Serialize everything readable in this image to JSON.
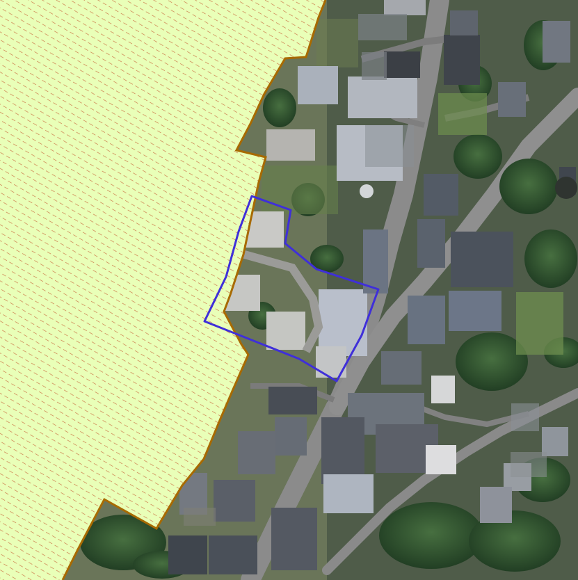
{
  "map": {
    "type": "aerial-orthophoto",
    "labels": [],
    "layers": {
      "zoning_overlay": {
        "fill_color": "#e9ffb8",
        "hatch_color": "#c86a3d",
        "border_color": "#a86a00",
        "pattern": "diagonal-dashed-hatch"
      },
      "parcel_outline": {
        "stroke_color": "#3f2fd9",
        "style": "solid"
      },
      "roads": {
        "main_color": "#8a8a8a"
      },
      "vegetation": {
        "tree_color": "#2f5a2f",
        "lawn_color": "#6d8e4f"
      },
      "roofs": {
        "light_color": "#aab1bb",
        "dark_color": "#3b3f45",
        "slate_color": "#606a78"
      }
    }
  }
}
